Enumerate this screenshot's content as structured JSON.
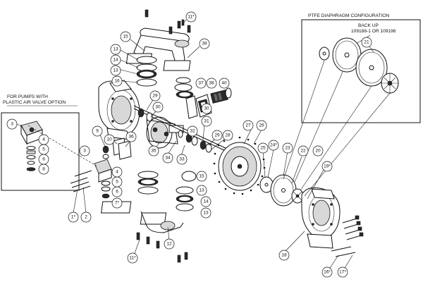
{
  "box_left": {
    "line1": "FOR PUMPS WITH",
    "line2": "PLASTIC AIR VALVE OPTION"
  },
  "box_right": {
    "title": "PTFE DIAPHRAGM CONFIGURATION",
    "backup_line1": "BACK UP",
    "backup_line2": "109188-1 OR 109196"
  },
  "callouts": {
    "c11a": "11*",
    "c15a": "15",
    "c39": "39",
    "c13a": "13",
    "c14a": "14",
    "c16a": "16",
    "c29a": "29",
    "c30a": "30",
    "c37": "37",
    "c38": "38",
    "c40": "40",
    "c31": "31",
    "c29b": "29",
    "c28": "28",
    "c32": "32",
    "c33": "33",
    "c34": "34",
    "c35": "35",
    "c36": "36",
    "c9": "9",
    "c10": "10",
    "c3a": "3",
    "c4a": "4",
    "c5a": "5",
    "c6a": "6",
    "c8a": "8",
    "c3b": "3",
    "c4b": "4",
    "c5b": "5",
    "c6b": "6",
    "c7": "7*",
    "c1": "1*",
    "c2": "2",
    "c27": "27",
    "c26": "26",
    "c25": "25",
    "c24": "24*",
    "c23": "23",
    "c22": "22",
    "c20": "20",
    "c19": "19*",
    "c21": "21",
    "c15b": "15",
    "c13b": "13",
    "c14b": "14",
    "c13c": "13",
    "c11b": "11*",
    "c12": "12",
    "c18": "18",
    "c16b": "16*",
    "c17": "17*"
  }
}
